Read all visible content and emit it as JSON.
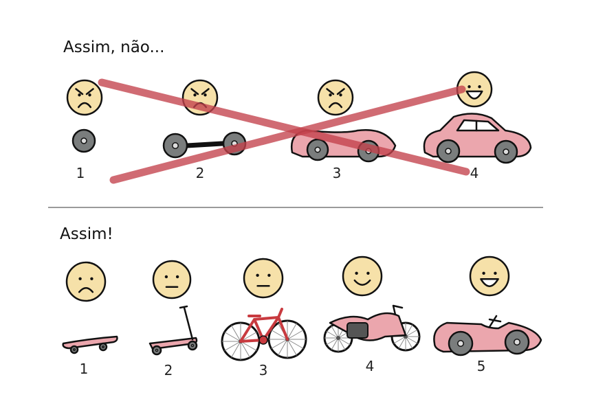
{
  "top": {
    "title": "Assim, não...",
    "steps": [
      {
        "label": "1",
        "object": "wheel-icon",
        "mood": "angry"
      },
      {
        "label": "2",
        "object": "chassis-icon",
        "mood": "angry"
      },
      {
        "label": "3",
        "object": "car-body-icon",
        "mood": "angry"
      },
      {
        "label": "4",
        "object": "car-icon",
        "mood": "happy"
      }
    ]
  },
  "bottom": {
    "title": "Assim!",
    "steps": [
      {
        "label": "1",
        "object": "skateboard-icon",
        "mood": "sad"
      },
      {
        "label": "2",
        "object": "scooter-icon",
        "mood": "neutral"
      },
      {
        "label": "3",
        "object": "bicycle-icon",
        "mood": "neutral"
      },
      {
        "label": "4",
        "object": "motorcycle-icon",
        "mood": "smile"
      },
      {
        "label": "5",
        "object": "convertible-icon",
        "mood": "happy"
      }
    ]
  },
  "colors": {
    "face": "#f6e1a9",
    "vehicle": "#eba6ad",
    "wheel": "#7a7d7d",
    "cross": "#c4424c",
    "divider": "#9a9a9a"
  }
}
